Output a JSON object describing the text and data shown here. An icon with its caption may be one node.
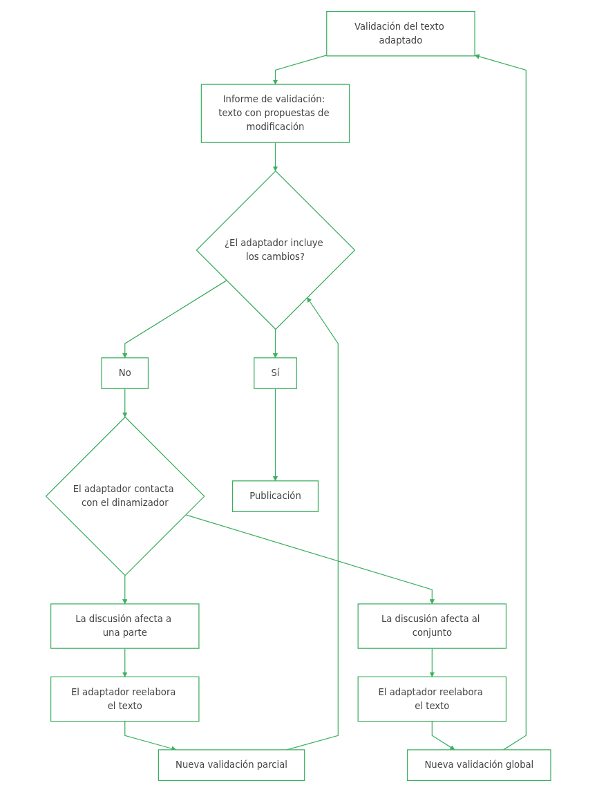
{
  "diagram": {
    "nodes": [
      {
        "text": [
          "Validación del texto adaptado"
        ]
      },
      {
        "text": [
          "Informe de validación: texto con propuestas de modificación"
        ]
      },
      {
        "text": [
          "¿El adaptador incluye los cambios?"
        ]
      },
      {
        "text": [
          "No"
        ]
      },
      {
        "text": [
          "El adaptador contacta con el dinamizador"
        ]
      },
      {
        "text": [
          "La discusión afecta a una parte"
        ]
      },
      {
        "text": [
          "La discusión afecta al conjunto"
        ]
      },
      {
        "text": [
          "El adaptador reelabora el texto"
        ]
      },
      {
        "text": [
          "El adaptador reelabora el texto"
        ]
      },
      {
        "text": [
          "Sí"
        ]
      },
      {
        "text": [
          "Nueva validación parcial"
        ]
      },
      {
        "text": [
          "Nueva validación global"
        ]
      },
      {
        "text": [
          "Publicación"
        ]
      }
    ],
    "edges": [
      {
        "from": 0,
        "to": 1,
        "arrow": "to"
      },
      {
        "from": 1,
        "to": 2,
        "arrow": "to"
      },
      {
        "from": 2,
        "to": 3,
        "arrow": "to"
      },
      {
        "from": 3,
        "to": 4,
        "arrow": "to"
      },
      {
        "from": 4,
        "to": 5,
        "arrow": "to"
      },
      {
        "from": 4,
        "to": 6,
        "arrow": "to"
      },
      {
        "from": 5,
        "to": 7,
        "arrow": "to"
      },
      {
        "from": 6,
        "to": 8,
        "arrow": "to"
      },
      {
        "from": 7,
        "to": 10,
        "arrow": "to"
      },
      {
        "from": 8,
        "to": 11,
        "arrow": "to"
      },
      {
        "from": 2,
        "to": 9,
        "arrow": "to"
      },
      {
        "from": 9,
        "to": 12,
        "arrow": "to"
      },
      {
        "from": 10,
        "to": 2,
        "arrow": "to"
      },
      {
        "from": 11,
        "to": 0,
        "arrow": "to"
      }
    ]
  }
}
